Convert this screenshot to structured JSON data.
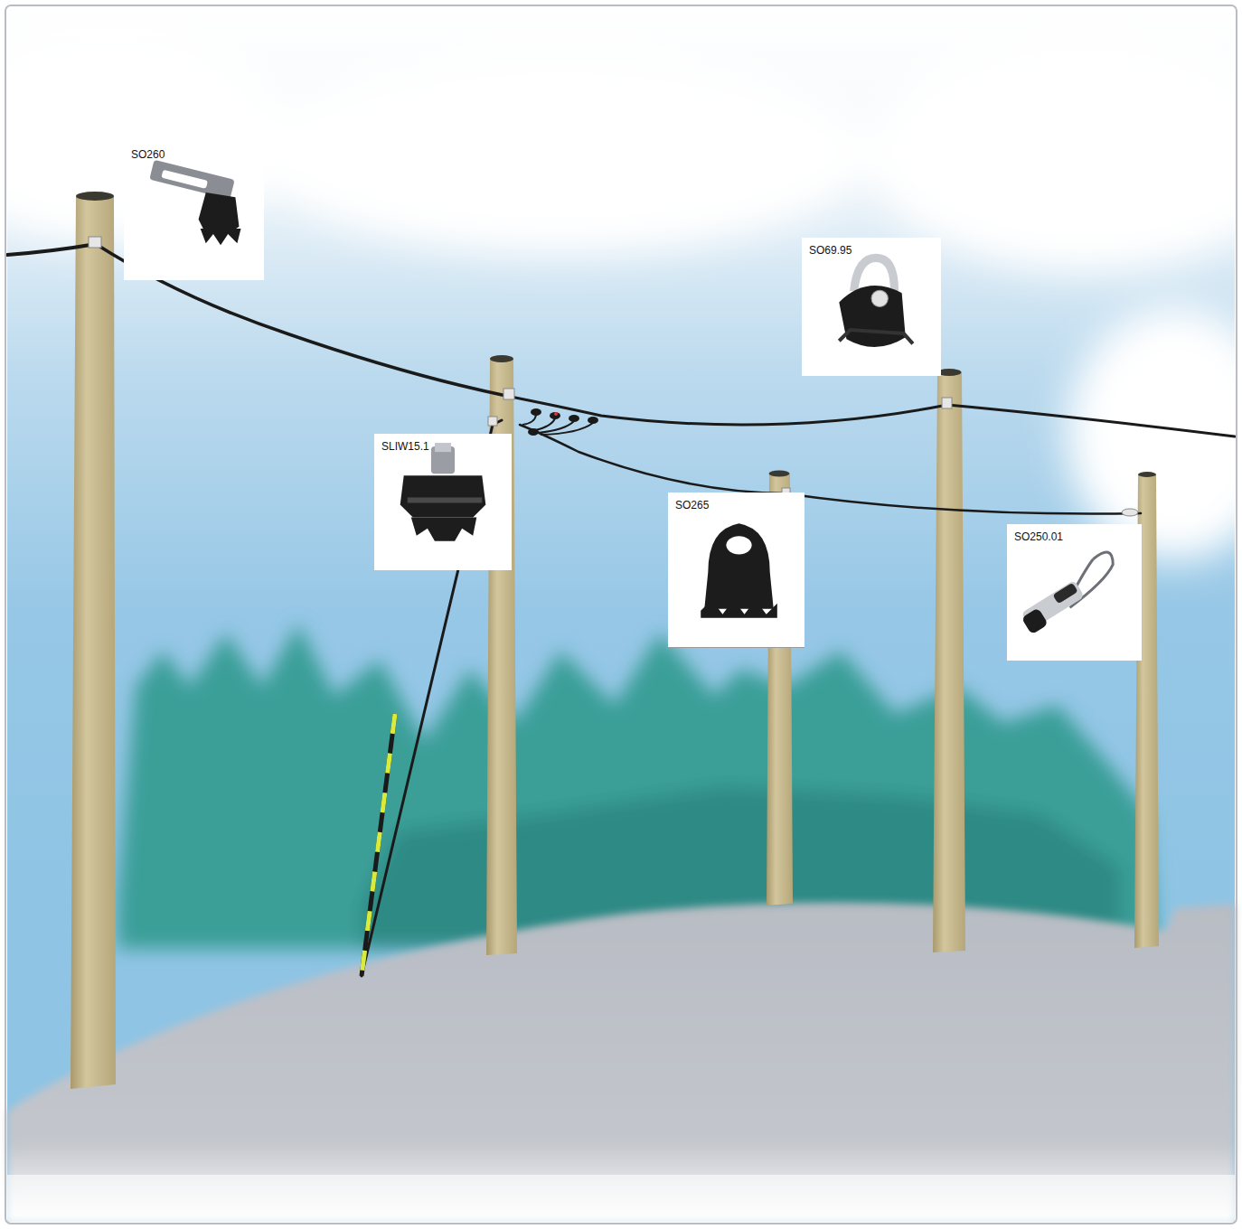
{
  "diagram": {
    "nodes": [
      {
        "text": [
          "SO260"
        ]
      },
      {
        "text": [
          "SO69.95"
        ]
      },
      {
        "text": [
          "SLIW15.1"
        ]
      },
      {
        "text": [
          "SO265"
        ]
      },
      {
        "text": [
          "SO250.01"
        ]
      }
    ]
  }
}
